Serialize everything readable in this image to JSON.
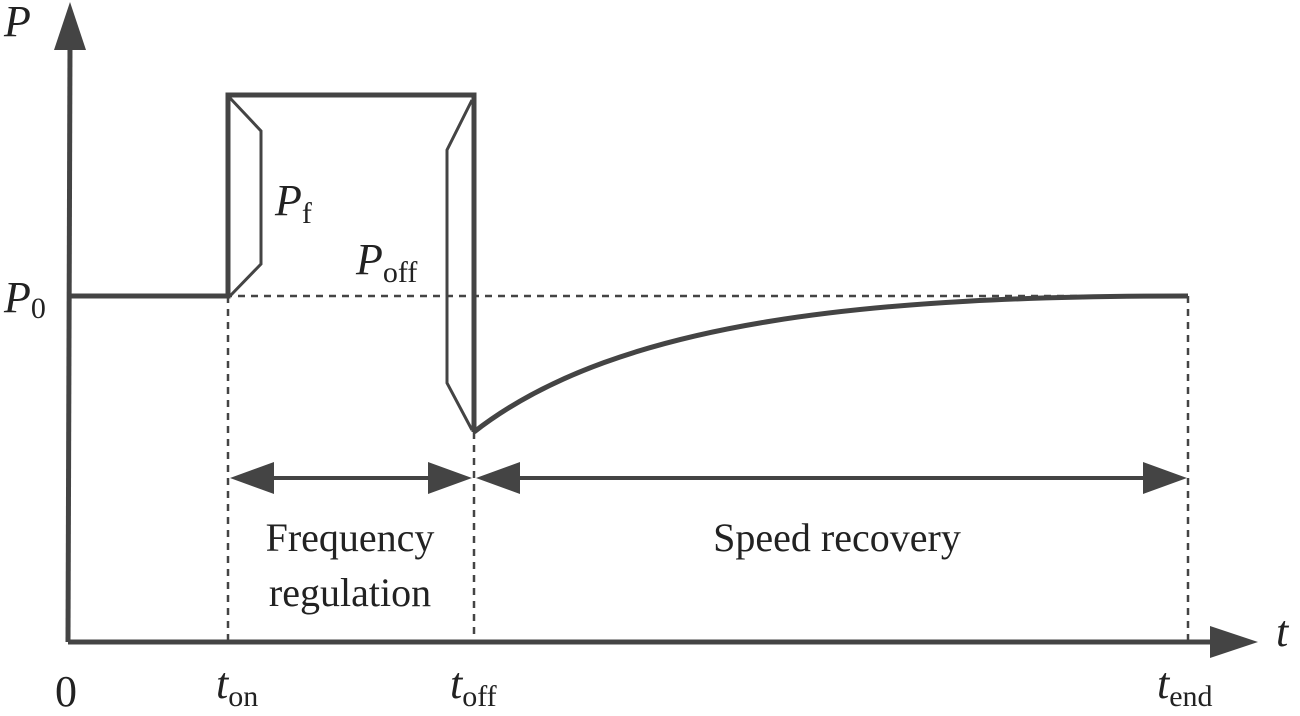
{
  "axes": {
    "y_symbol": "P",
    "x_symbol": "t",
    "origin": "0"
  },
  "levels": {
    "p0": {
      "base": "P",
      "sub": "0"
    }
  },
  "curves": {
    "pf": {
      "base": "P",
      "sub": "f"
    },
    "poff": {
      "base": "P",
      "sub": "off"
    }
  },
  "times": {
    "t_on": {
      "base": "t",
      "sub": "on"
    },
    "t_off": {
      "base": "t",
      "sub": "off"
    },
    "t_end": {
      "base": "t",
      "sub": "end"
    }
  },
  "phases": {
    "frequency_regulation": {
      "line1": "Frequency",
      "line2": "regulation"
    },
    "speed_recovery": "Speed recovery"
  },
  "colors": {
    "stroke": "#444444",
    "text": "#222222"
  }
}
